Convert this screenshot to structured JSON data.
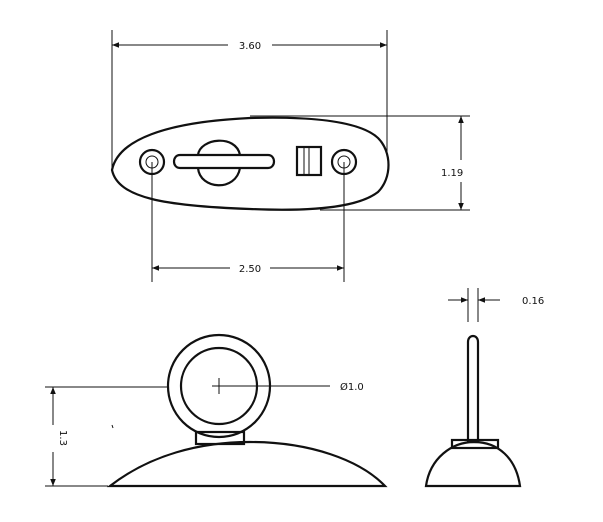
{
  "dimensions": {
    "overall_length": "3.60",
    "height": "1.19",
    "hole_spacing": "2.50",
    "ring_diameter": "Ø1.0",
    "side_height": "1.3",
    "pin_width": "0.16"
  },
  "colors": {
    "line": "#111111",
    "background": "#ffffff"
  }
}
